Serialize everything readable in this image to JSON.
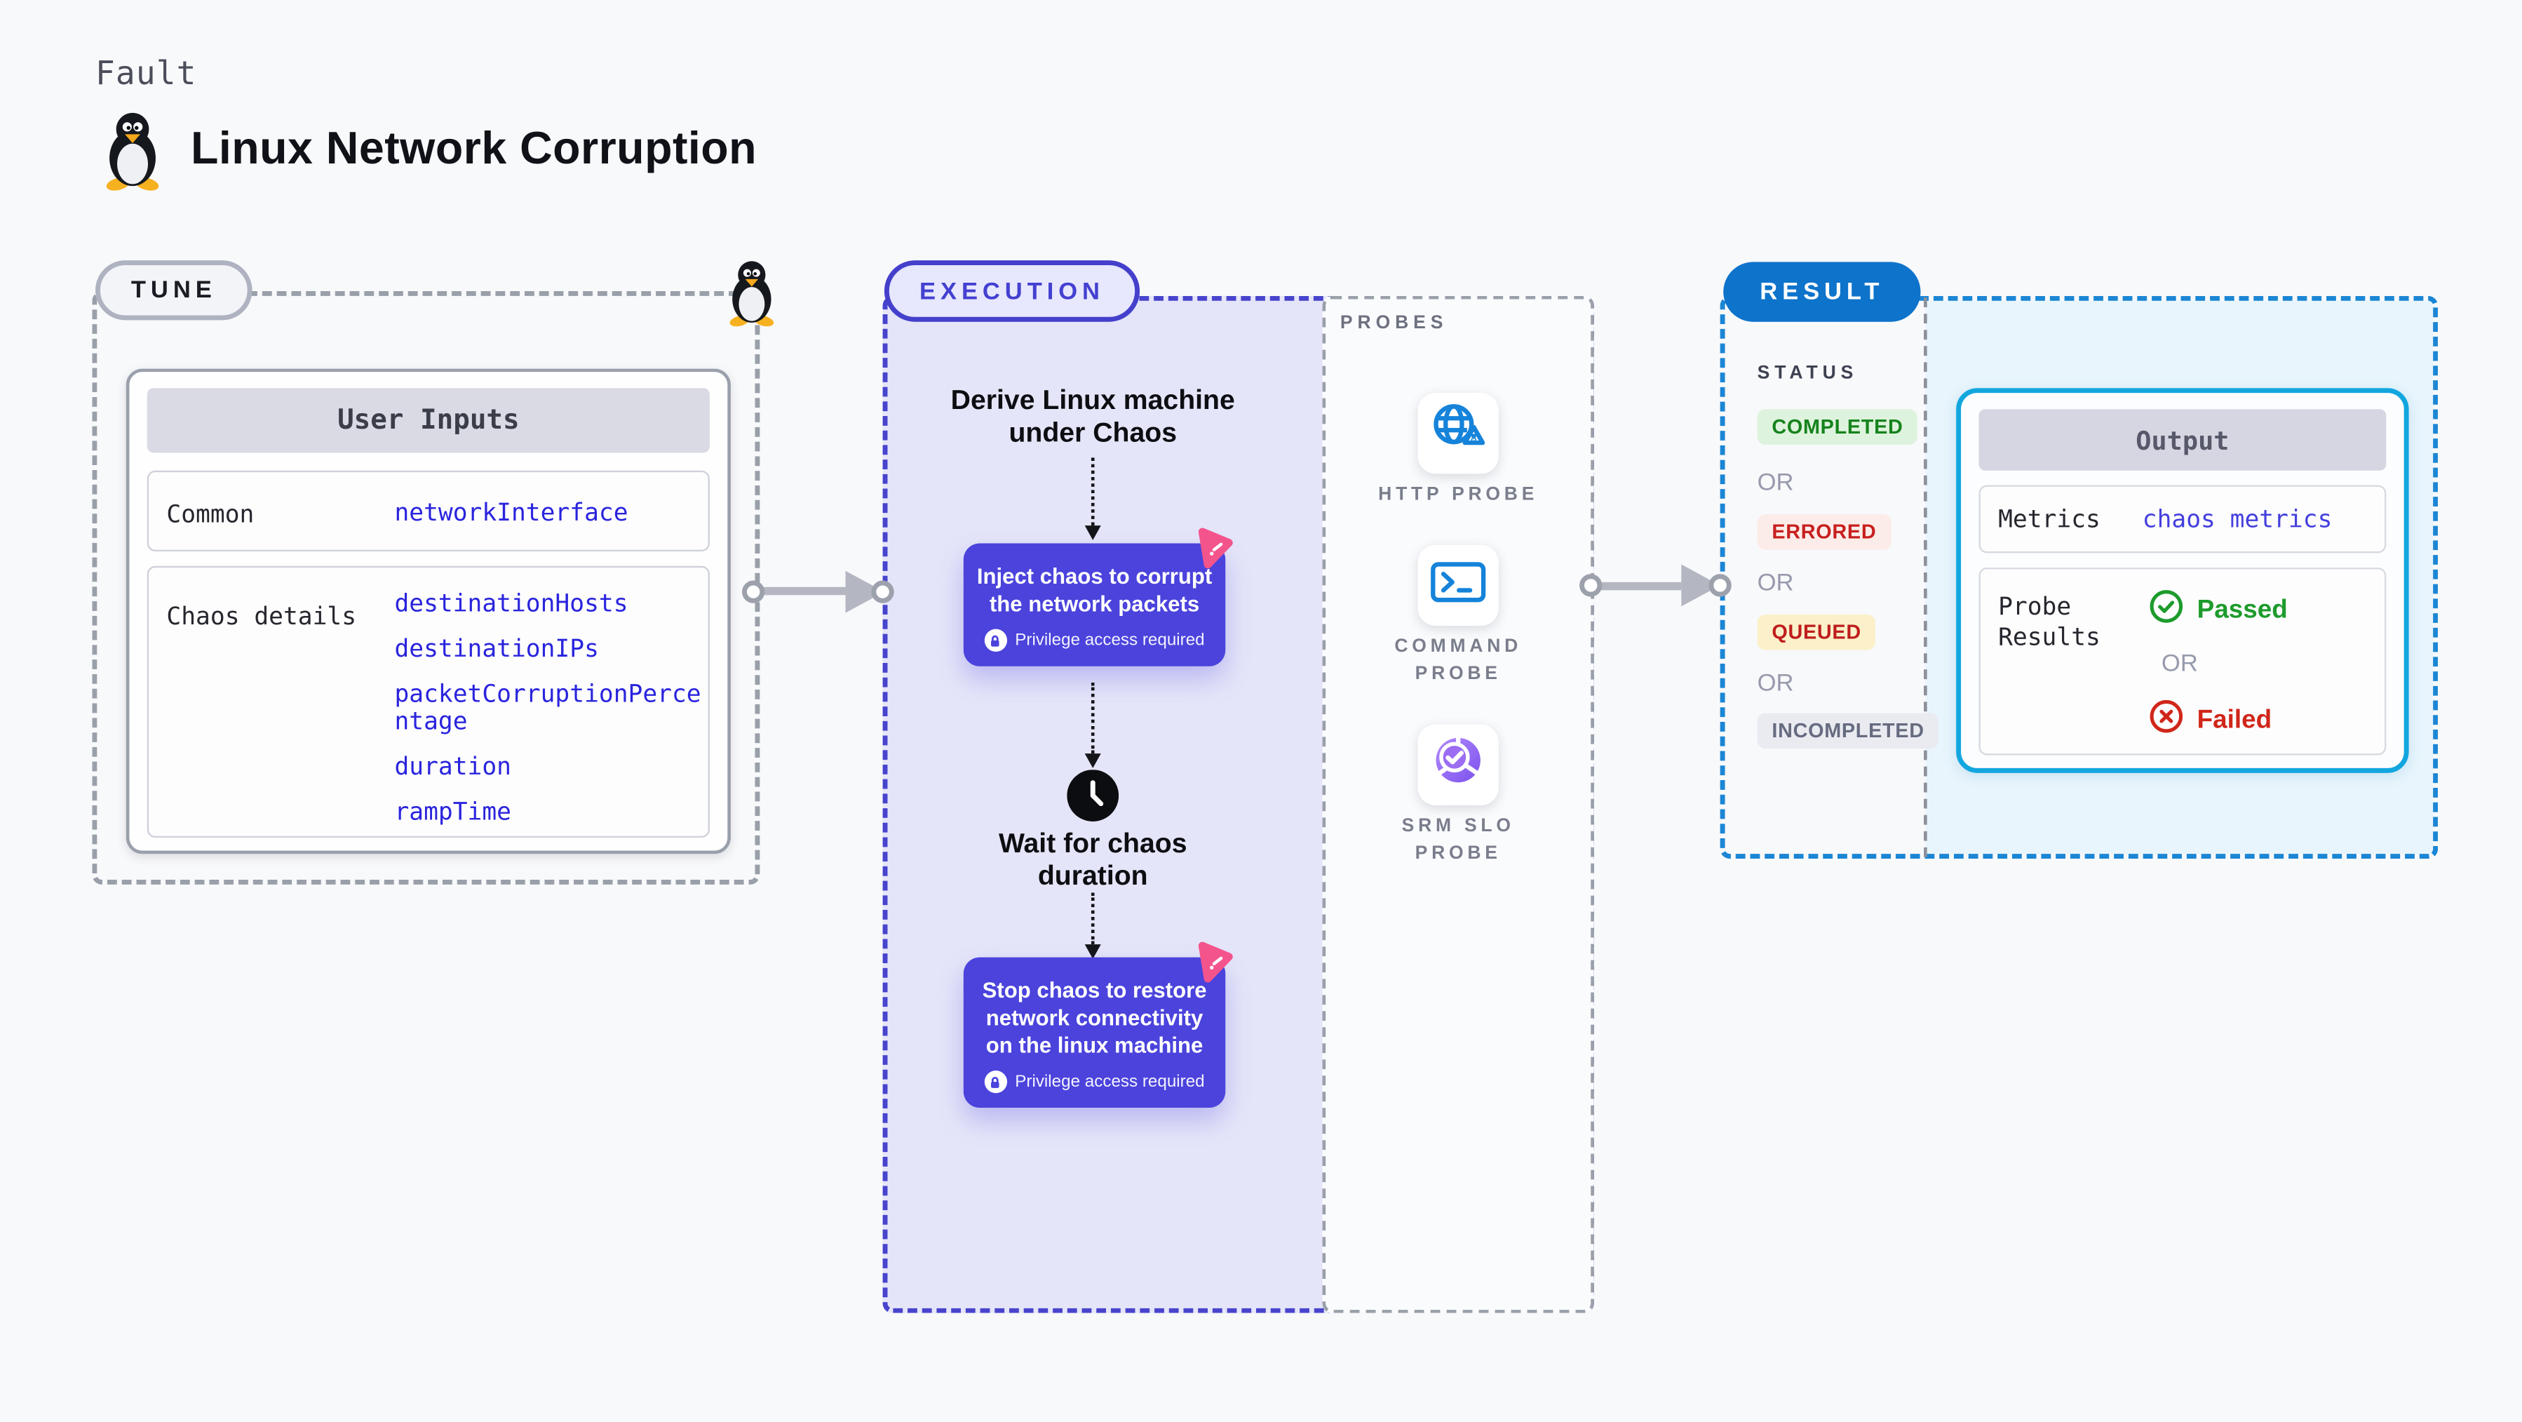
{
  "header": {
    "eyebrow": "Fault",
    "title": "Linux Network Corruption"
  },
  "tune": {
    "badge": "TUNE",
    "card_title": "User Inputs",
    "rows": [
      {
        "label": "Common",
        "values": [
          "networkInterface"
        ]
      },
      {
        "label": "Chaos details",
        "values": [
          "destinationHosts",
          "destinationIPs",
          "packetCorruptionPercentage",
          "duration",
          "rampTime"
        ]
      }
    ]
  },
  "execution": {
    "badge": "EXECUTION",
    "derive_title": "Derive Linux machine under Chaos",
    "inject_box": {
      "text": "Inject chaos to corrupt the network packets",
      "note": "Privilege access required"
    },
    "wait_title": "Wait for chaos duration",
    "stop_box": {
      "text": "Stop chaos to restore network connectivity on the linux machine",
      "note": "Privilege access required"
    }
  },
  "probes": {
    "label": "PROBES",
    "items": [
      {
        "name": "HTTP PROBE",
        "icon": "globe-alert-icon"
      },
      {
        "name": "COMMAND PROBE",
        "icon": "terminal-icon"
      },
      {
        "name": "SRM SLO PROBE",
        "icon": "slo-donut-icon"
      }
    ]
  },
  "result": {
    "badge": "RESULT",
    "status_label": "STATUS",
    "or": "OR",
    "statuses": [
      "COMPLETED",
      "ERRORED",
      "QUEUED",
      "INCOMPLETED"
    ],
    "output": {
      "title": "Output",
      "metrics_label": "Metrics",
      "metrics_value": "chaos metrics",
      "probe_label": "Probe Results",
      "passed": "Passed",
      "failed": "Failed"
    }
  },
  "colors": {
    "indigo": "#4b43dc",
    "lavender": "#e5e5f9",
    "result_blue": "#0d73cb",
    "output_border": "#12a6df",
    "value_blue": "#2a24dd",
    "green": "#1d9b2c",
    "red": "#d02619",
    "pink": "#f4548c"
  }
}
